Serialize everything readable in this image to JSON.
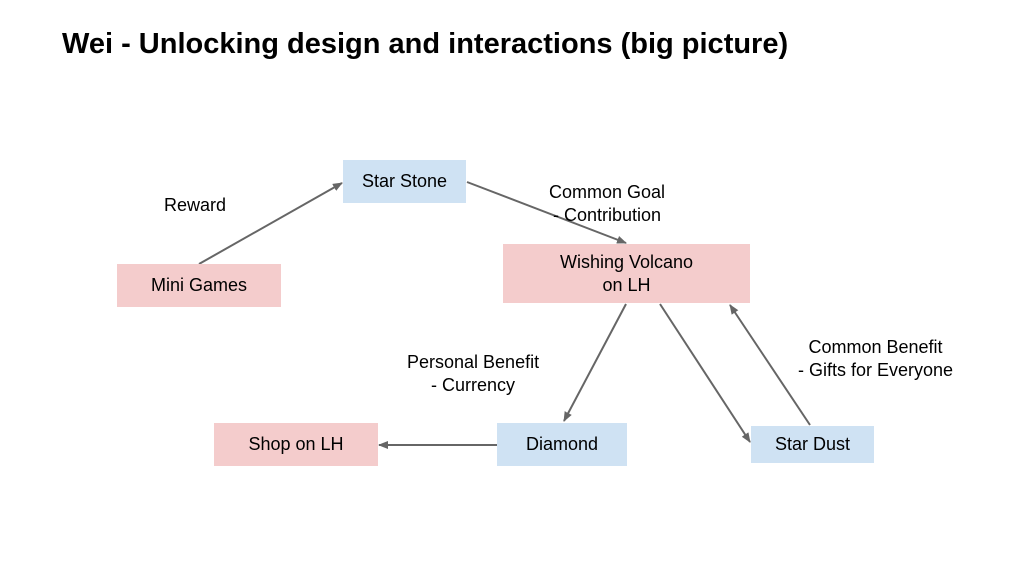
{
  "title": "Wei - Unlocking design and interactions (big picture)",
  "nodes": {
    "star_stone": "Star Stone",
    "mini_games": "Mini Games",
    "wishing_volcano": {
      "line1": "Wishing Volcano",
      "line2": "on LH"
    },
    "diamond": "Diamond",
    "shop": "Shop on LH",
    "star_dust": "Star Dust"
  },
  "edge_labels": {
    "reward": "Reward",
    "common_goal": {
      "line1": "Common Goal",
      "line2": "- Contribution"
    },
    "personal_benefit": {
      "line1": "Personal Benefit",
      "line2": "- Currency"
    },
    "common_benefit": {
      "line1": "Common Benefit",
      "line2": "- Gifts for Everyone"
    }
  },
  "colors": {
    "pink_box": "#f4cccc",
    "blue_box": "#cfe2f3",
    "arrow": "#666666"
  }
}
